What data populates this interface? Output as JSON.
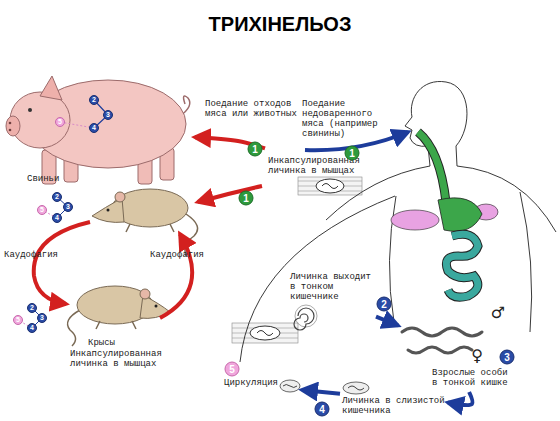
{
  "diagram": {
    "title": "ТРИХІНЕЛЬОЗ",
    "nodes": [
      {
        "text": [
          "Свиньи"
        ]
      },
      {
        "text": [
          "Инкапсулированная личинка в мышцах"
        ]
      },
      {
        "text": [
          "Крысы"
        ]
      },
      {
        "text": [
          "Инкапсулированная личинка в мышцах"
        ]
      },
      {
        "text": [
          "Личинка выходит в тонком кишечнике"
        ]
      },
      {
        "text": [
          "Взрослые особи в тонкой кишке"
        ]
      },
      {
        "text": [
          "Личинка в слизистой кишечника"
        ]
      },
      {
        "text": [
          "Циркуляция"
        ]
      }
    ],
    "edges": [
      {
        "from": 1,
        "to": 0,
        "arrow": "to"
      },
      {
        "from": 4,
        "to": 5,
        "arrow": "to"
      },
      {
        "from": 5,
        "to": 6,
        "arrow": "to"
      },
      {
        "from": 6,
        "to": 7,
        "arrow": "to"
      }
    ],
    "labels": [
      "Поедание отходов мяса или животных",
      "Поедание недоваренного мяса (например свинины)",
      "Каудофагия",
      "Каудофагия",
      "1",
      "1",
      "1",
      "2",
      "3",
      "4",
      "5",
      "2",
      "3",
      "4",
      "5",
      "2",
      "3",
      "4",
      "5",
      "2",
      "3",
      "4",
      "5",
      "♂",
      "♀"
    ]
  }
}
